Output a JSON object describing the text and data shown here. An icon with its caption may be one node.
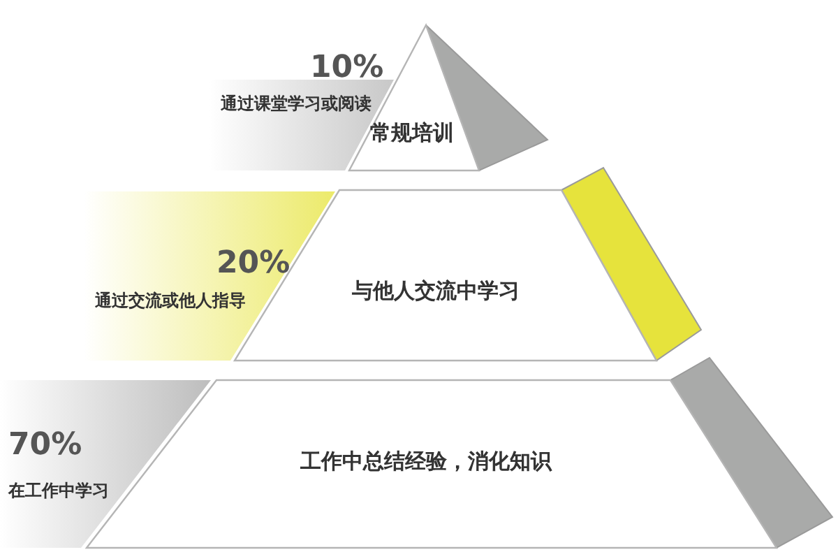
{
  "diagram": {
    "nodes": [
      {
        "text": [
          "10%",
          "通过课堂学习或阅读"
        ]
      },
      {
        "text": [
          "常规培训"
        ]
      },
      {
        "text": [
          "20%",
          "通过交流或他人指导"
        ]
      },
      {
        "text": [
          "与他人交流中学习"
        ]
      },
      {
        "text": [
          "70%",
          "在工作中学习"
        ]
      },
      {
        "text": [
          "工作中总结经验，消化知识"
        ]
      }
    ]
  }
}
